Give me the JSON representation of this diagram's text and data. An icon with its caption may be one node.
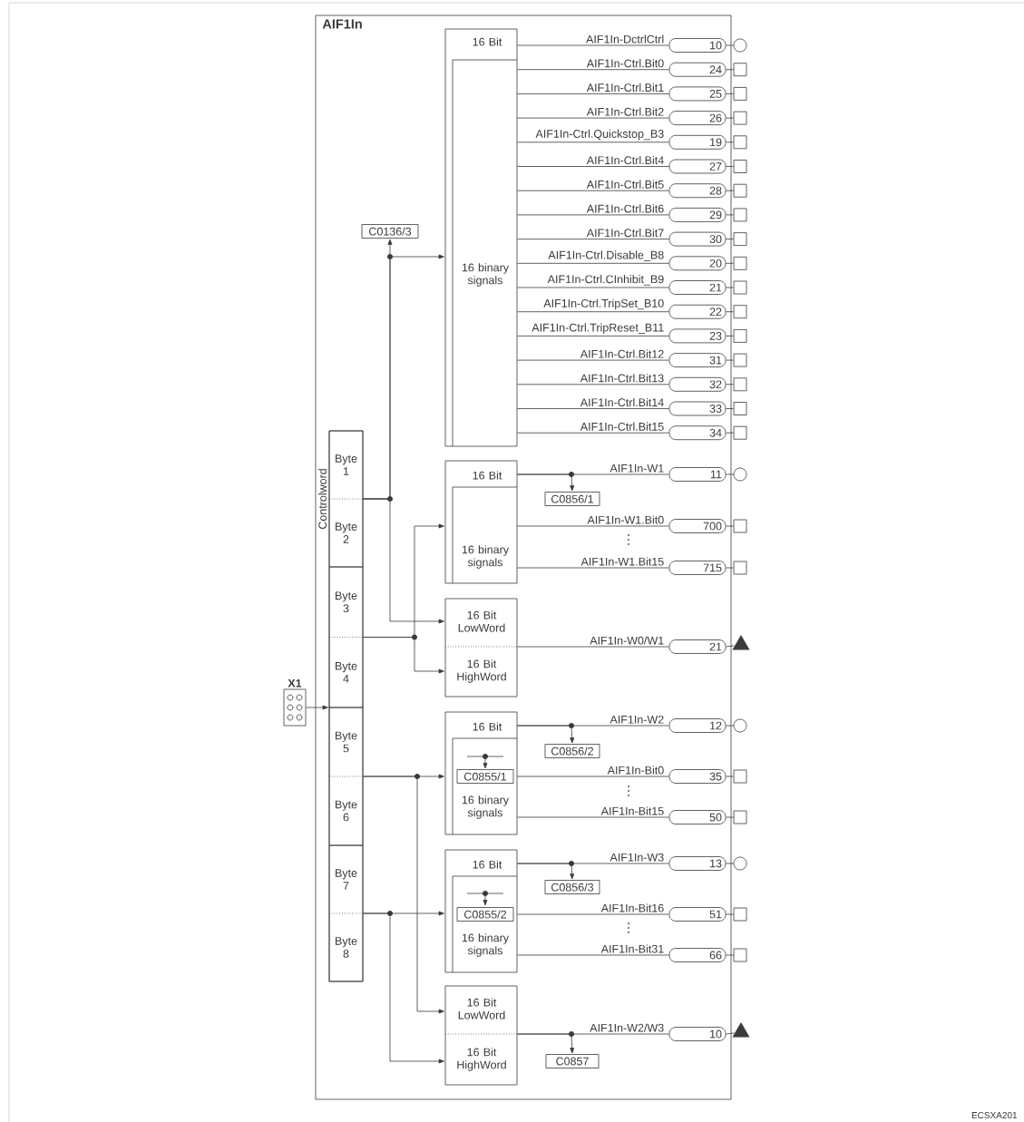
{
  "diagram": {
    "nodes": [
      {
        "text": [
          "AIF1In"
        ]
      },
      {
        "text": [
          "C0136/3"
        ],
        "in": 0
      },
      {
        "text": [
          "16 Bit",
          "16 binary signals"
        ],
        "in": 0
      },
      {
        "text": [
          "16 Bit",
          "16 binary signals"
        ],
        "in": 0
      },
      {
        "text": [
          "C0856/1"
        ],
        "in": 0
      },
      {
        "text": [
          "16 Bit LowWord",
          "16 Bit HighWord"
        ],
        "in": 0
      },
      {
        "text": [
          "X1"
        ]
      },
      {
        "text": [],
        "shape": "box",
        "in": 0
      },
      {
        "text": [
          "Byte 1",
          "Byte 2"
        ],
        "in": 7,
        "beside": [
          "Controlword"
        ]
      },
      {
        "text": [
          "Byte 3",
          "Byte 4"
        ],
        "in": 7
      },
      {
        "text": [
          "Byte 5",
          "Byte 6"
        ],
        "in": 7
      },
      {
        "text": [
          "Byte 7",
          "Byte 8"
        ],
        "in": 7
      },
      {
        "text": [
          "16 Bit",
          "16 binary signals"
        ],
        "in": 0
      },
      {
        "text": [
          "C0855/1"
        ],
        "in": 12
      },
      {
        "text": [
          "C0856/2"
        ],
        "in": 0
      },
      {
        "text": [
          "16 Bit",
          "16 binary signals"
        ],
        "in": 0
      },
      {
        "text": [
          "C0855/2"
        ],
        "in": 15
      },
      {
        "text": [
          "C0856/3"
        ],
        "in": 0
      },
      {
        "text": [
          "16 Bit LowWord",
          "16 Bit HighWord"
        ],
        "in": 0
      },
      {
        "text": [
          "C0857"
        ],
        "in": 0
      },
      {
        "text": [
          "10"
        ],
        "in": 0
      },
      {
        "text": [],
        "shape": "circle"
      },
      {
        "text": [
          "24"
        ],
        "in": 0
      },
      {
        "text": [],
        "shape": "box"
      },
      {
        "text": [
          "25"
        ],
        "in": 0
      },
      {
        "text": [],
        "shape": "box"
      },
      {
        "text": [
          "26"
        ],
        "in": 0
      },
      {
        "text": [],
        "shape": "box"
      },
      {
        "text": [
          "19"
        ],
        "in": 0
      },
      {
        "text": [],
        "shape": "box"
      },
      {
        "text": [
          "27"
        ],
        "in": 0
      },
      {
        "text": [],
        "shape": "box"
      },
      {
        "text": [
          "28"
        ],
        "in": 0
      },
      {
        "text": [],
        "shape": "box"
      },
      {
        "text": [
          "29"
        ],
        "in": 0
      },
      {
        "text": [],
        "shape": "box"
      },
      {
        "text": [
          "30"
        ],
        "in": 0
      },
      {
        "text": [],
        "shape": "box"
      },
      {
        "text": [
          "20"
        ],
        "in": 0
      },
      {
        "text": [],
        "shape": "box"
      },
      {
        "text": [
          "21"
        ],
        "in": 0
      },
      {
        "text": [],
        "shape": "box"
      },
      {
        "text": [
          "22"
        ],
        "in": 0
      },
      {
        "text": [],
        "shape": "box"
      },
      {
        "text": [
          "23"
        ],
        "in": 0
      },
      {
        "text": [],
        "shape": "box"
      },
      {
        "text": [
          "31"
        ],
        "in": 0
      },
      {
        "text": [],
        "shape": "box"
      },
      {
        "text": [
          "32"
        ],
        "in": 0
      },
      {
        "text": [],
        "shape": "box"
      },
      {
        "text": [
          "33"
        ],
        "in": 0
      },
      {
        "text": [],
        "shape": "box"
      },
      {
        "text": [
          "34"
        ],
        "in": 0
      },
      {
        "text": [],
        "shape": "box"
      },
      {
        "text": [
          "11"
        ],
        "in": 0
      },
      {
        "text": [],
        "shape": "circle"
      },
      {
        "text": [
          "700"
        ],
        "in": 0
      },
      {
        "text": [],
        "shape": "box"
      },
      {
        "text": [
          "715"
        ],
        "in": 0
      },
      {
        "text": [],
        "shape": "box"
      },
      {
        "text": [
          "21"
        ],
        "in": 0
      },
      {
        "text": [],
        "shape": "triangle"
      },
      {
        "text": [
          "12"
        ],
        "in": 0
      },
      {
        "text": [],
        "shape": "circle"
      },
      {
        "text": [
          "35"
        ],
        "in": 0
      },
      {
        "text": [],
        "shape": "box"
      },
      {
        "text": [
          "50"
        ],
        "in": 0
      },
      {
        "text": [],
        "shape": "box"
      },
      {
        "text": [
          "13"
        ],
        "in": 0
      },
      {
        "text": [],
        "shape": "circle"
      },
      {
        "text": [
          "51"
        ],
        "in": 0
      },
      {
        "text": [],
        "shape": "box"
      },
      {
        "text": [
          "66"
        ],
        "in": 0
      },
      {
        "text": [],
        "shape": "box"
      },
      {
        "text": [
          "10"
        ],
        "in": 0
      },
      {
        "text": [],
        "shape": "triangle"
      }
    ],
    "edges": [
      {
        "from": 2,
        "to": 20,
        "arrow": "none",
        "label": "AIF1In-DctrlCtrl"
      },
      {
        "from": 20,
        "to": 21,
        "arrow": "none"
      },
      {
        "from": 2,
        "to": 22,
        "arrow": "none",
        "label": "AIF1In-Ctrl.Bit0"
      },
      {
        "from": 22,
        "to": 23,
        "arrow": "none"
      },
      {
        "from": 2,
        "to": 24,
        "arrow": "none",
        "label": "AIF1In-Ctrl.Bit1"
      },
      {
        "from": 24,
        "to": 25,
        "arrow": "none"
      },
      {
        "from": 2,
        "to": 26,
        "arrow": "none",
        "label": "AIF1In-Ctrl.Bit2"
      },
      {
        "from": 26,
        "to": 27,
        "arrow": "none"
      },
      {
        "from": 2,
        "to": 28,
        "arrow": "none",
        "label": "AIF1In-Ctrl.Quickstop_B3"
      },
      {
        "from": 28,
        "to": 29,
        "arrow": "none"
      },
      {
        "from": 2,
        "to": 30,
        "arrow": "none",
        "label": "AIF1In-Ctrl.Bit4"
      },
      {
        "from": 30,
        "to": 31,
        "arrow": "none"
      },
      {
        "from": 2,
        "to": 32,
        "arrow": "none",
        "label": "AIF1In-Ctrl.Bit5"
      },
      {
        "from": 32,
        "to": 33,
        "arrow": "none"
      },
      {
        "from": 2,
        "to": 34,
        "arrow": "none",
        "label": "AIF1In-Ctrl.Bit6"
      },
      {
        "from": 34,
        "to": 35,
        "arrow": "none"
      },
      {
        "from": 2,
        "to": 36,
        "arrow": "none",
        "label": "AIF1In-Ctrl.Bit7"
      },
      {
        "from": 36,
        "to": 37,
        "arrow": "none"
      },
      {
        "from": 2,
        "to": 38,
        "arrow": "none",
        "label": "AIF1In-Ctrl.Disable_B8"
      },
      {
        "from": 38,
        "to": 39,
        "arrow": "none"
      },
      {
        "from": 2,
        "to": 40,
        "arrow": "none",
        "label": "AIF1In-Ctrl.CInhibit_B9"
      },
      {
        "from": 40,
        "to": 41,
        "arrow": "none"
      },
      {
        "from": 2,
        "to": 42,
        "arrow": "none",
        "label": "AIF1In-Ctrl.TripSet_B10"
      },
      {
        "from": 42,
        "to": 43,
        "arrow": "none"
      },
      {
        "from": 2,
        "to": 44,
        "arrow": "none",
        "label": "AIF1In-Ctrl.TripReset_B11"
      },
      {
        "from": 44,
        "to": 45,
        "arrow": "none"
      },
      {
        "from": 2,
        "to": 46,
        "arrow": "none",
        "label": "AIF1In-Ctrl.Bit12"
      },
      {
        "from": 46,
        "to": 47,
        "arrow": "none"
      },
      {
        "from": 2,
        "to": 48,
        "arrow": "none",
        "label": "AIF1In-Ctrl.Bit13"
      },
      {
        "from": 48,
        "to": 49,
        "arrow": "none"
      },
      {
        "from": 2,
        "to": 50,
        "arrow": "none",
        "label": "AIF1In-Ctrl.Bit14"
      },
      {
        "from": 50,
        "to": 51,
        "arrow": "none"
      },
      {
        "from": 2,
        "to": 52,
        "arrow": "none",
        "label": "AIF1In-Ctrl.Bit15"
      },
      {
        "from": 52,
        "to": 53,
        "arrow": "none"
      },
      {
        "from": 3,
        "to": 54,
        "arrow": "none",
        "label": "AIF1In-W1"
      },
      {
        "from": 54,
        "to": 55,
        "arrow": "none"
      },
      {
        "from": 3,
        "to": 56,
        "arrow": "none",
        "label": "AIF1In-W1.Bit0"
      },
      {
        "from": 56,
        "to": 57,
        "arrow": "none"
      },
      {
        "from": 3,
        "to": 58,
        "arrow": "none",
        "label": "AIF1In-W1.Bit15"
      },
      {
        "from": 58,
        "to": 59,
        "arrow": "none"
      },
      {
        "from": 5,
        "to": 60,
        "arrow": "none",
        "label": "AIF1In-W0/W1"
      },
      {
        "from": 60,
        "to": 61,
        "arrow": "none"
      },
      {
        "from": 12,
        "to": 62,
        "arrow": "none",
        "label": "AIF1In-W2"
      },
      {
        "from": 62,
        "to": 63,
        "arrow": "none"
      },
      {
        "from": 12,
        "to": 64,
        "arrow": "none",
        "label": "AIF1In-Bit0"
      },
      {
        "from": 64,
        "to": 65,
        "arrow": "none"
      },
      {
        "from": 12,
        "to": 66,
        "arrow": "none",
        "label": "AIF1In-Bit15"
      },
      {
        "from": 66,
        "to": 67,
        "arrow": "none"
      },
      {
        "from": 15,
        "to": 68,
        "arrow": "none",
        "label": "AIF1In-W3"
      },
      {
        "from": 68,
        "to": 69,
        "arrow": "none"
      },
      {
        "from": 15,
        "to": 70,
        "arrow": "none",
        "label": "AIF1In-Bit16"
      },
      {
        "from": 70,
        "to": 71,
        "arrow": "none"
      },
      {
        "from": 15,
        "to": 72,
        "arrow": "none",
        "label": "AIF1In-Bit31"
      },
      {
        "from": 72,
        "to": 73,
        "arrow": "none"
      },
      {
        "from": 18,
        "to": 74,
        "arrow": "none",
        "label": "AIF1In-W2/W3"
      },
      {
        "from": 74,
        "to": 75,
        "arrow": "none"
      },
      {
        "from": 6,
        "to": 7,
        "arrow": "to"
      },
      {
        "from": 8,
        "to": 2,
        "arrow": "to"
      },
      {
        "from": 8,
        "to": 1,
        "arrow": "to"
      },
      {
        "from": 8,
        "to": 5,
        "arrow": "to"
      },
      {
        "from": 9,
        "to": 3,
        "arrow": "to"
      },
      {
        "from": 9,
        "to": 5,
        "arrow": "to"
      },
      {
        "from": 10,
        "to": 12,
        "arrow": "to"
      },
      {
        "from": 10,
        "to": 18,
        "arrow": "to"
      },
      {
        "from": 11,
        "to": 15,
        "arrow": "to"
      },
      {
        "from": 11,
        "to": 18,
        "arrow": "to"
      },
      {
        "from": 3,
        "to": 4,
        "arrow": "to"
      },
      {
        "from": 12,
        "to": 14,
        "arrow": "to"
      },
      {
        "from": 15,
        "to": 17,
        "arrow": "to"
      },
      {
        "from": 18,
        "to": 19,
        "arrow": "to"
      }
    ],
    "labels": [
      "ECSXA201"
    ]
  }
}
